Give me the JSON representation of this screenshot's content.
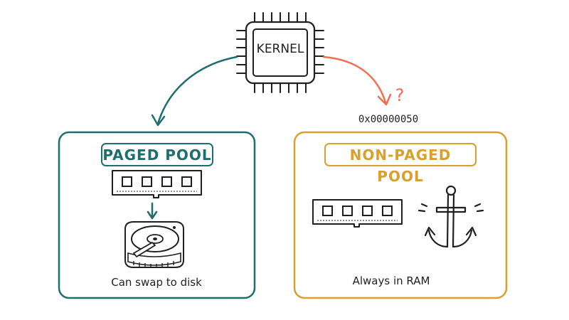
{
  "kernel": {
    "label": "KERNEL"
  },
  "address": {
    "text": "0x00000050",
    "mark": "?"
  },
  "paged_pool": {
    "title": "PAGED POOL",
    "caption": "Can swap to disk"
  },
  "non_paged_pool": {
    "title": "NON-PAGED POOL",
    "caption": "Always in RAM"
  },
  "colors": {
    "teal": "#1f6e6e",
    "amber": "#d9a02e",
    "coral": "#f06e52",
    "ink": "#1f1f1f"
  },
  "icons": [
    "cpu-chip-icon",
    "ram-stick-icon",
    "hard-disk-icon",
    "anchor-icon",
    "arrow-icon"
  ]
}
